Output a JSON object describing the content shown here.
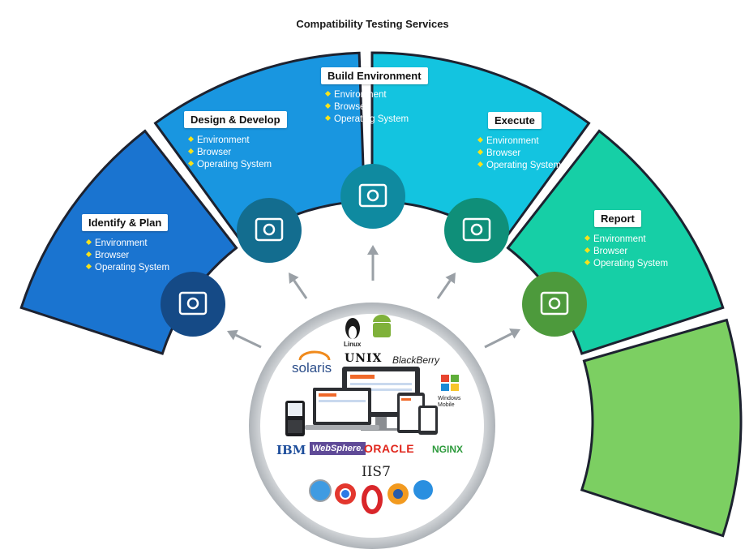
{
  "title": "Compatibility Testing Services",
  "stages": [
    {
      "label": "Identify & Plan",
      "color": "#1a74d0",
      "icon": "monitor-search-icon",
      "items": [
        "Environment",
        "Browser",
        "Operating System"
      ]
    },
    {
      "label": "Design & Develop",
      "color": "#1996e0",
      "icon": "calendar-tools-icon",
      "items": [
        "Environment",
        "Browser",
        "Operating System"
      ]
    },
    {
      "label": "Build Environment",
      "color": "#13c4e0",
      "icon": "database-network-icon",
      "items": [
        "Environment",
        "Browser",
        "Operating System"
      ]
    },
    {
      "label": "Execute",
      "color": "#16cfa6",
      "icon": "gears-icon",
      "items": [
        "Environment",
        "Browser",
        "Operating System"
      ]
    },
    {
      "label": "Report",
      "color": "#7ccf62",
      "icon": "report-search-icon",
      "items": [
        "Environment",
        "Browser",
        "Operating System"
      ]
    }
  ],
  "hub_logos": {
    "linux": "Linux",
    "unix": "UNIX",
    "blackberry": "BlackBerry",
    "solaris": "solaris",
    "windows_mobile": "Windows Mobile",
    "ibm": "IBM",
    "websphere": "WebSphere.",
    "oracle": "ORACLE",
    "nginx": "NGINX",
    "iis": "IIS7"
  },
  "colors": {
    "arrow": "#9aa0a6",
    "hub_ring": "#c9cdd1",
    "bullet": "#f7e21b"
  }
}
